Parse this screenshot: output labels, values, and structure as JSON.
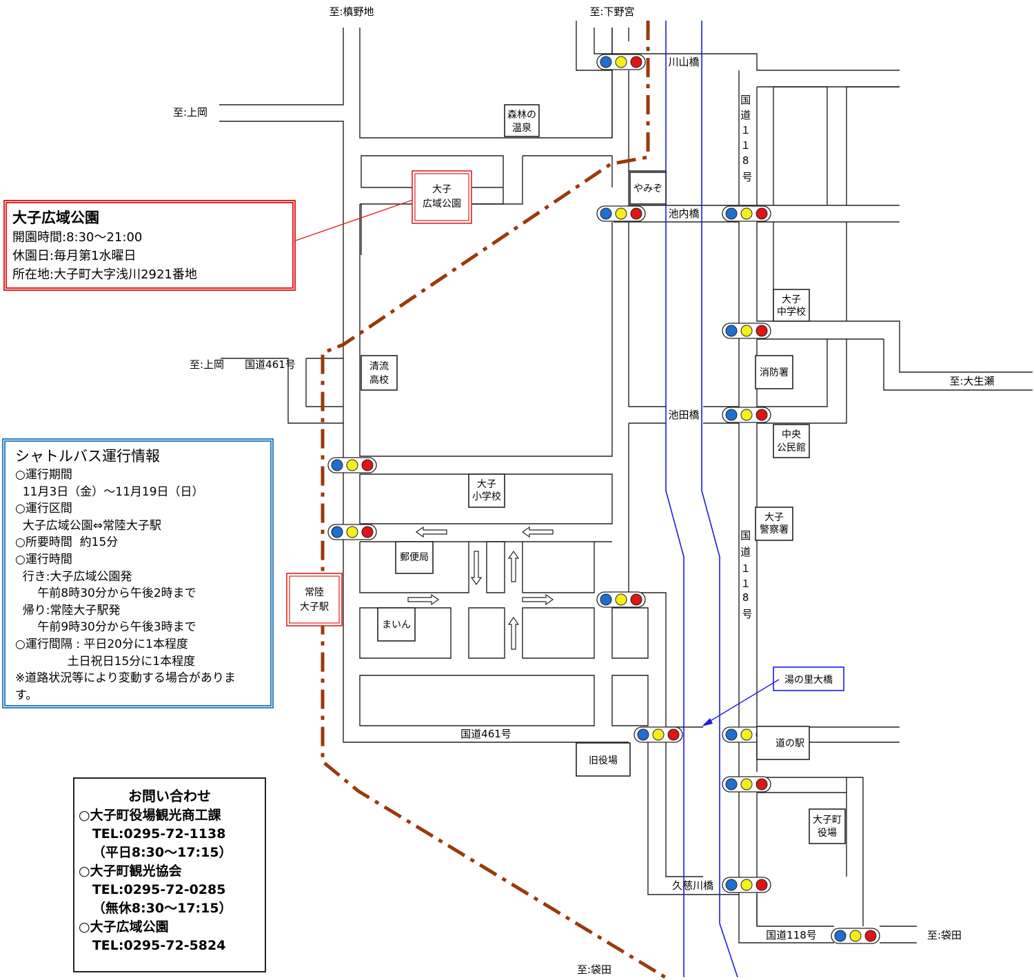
{
  "direction_labels": {
    "makino": "至:槙野地",
    "shimonomiya": "至:下野宮",
    "kamioka_north": "至:上岡",
    "kamioka_mid": "至:上岡",
    "oose": "至:大生瀬",
    "fukuroda_east": "至:袋田",
    "fukuroda_south": "至:袋田"
  },
  "bridges": {
    "kawayama": "川山橋",
    "ikeuchi": "池内橋",
    "ikeda": "池田橋",
    "kujigawa": "久慈川橋"
  },
  "roads": {
    "r118_upper": [
      "国",
      "道",
      "１",
      "１",
      "8",
      "号"
    ],
    "r118_lower": [
      "国",
      "道",
      "１",
      "１",
      "8",
      "号"
    ],
    "r461_west": "国道461号",
    "r461_bottom": "国道461号",
    "r118_bottom": "国道118号"
  },
  "landmarks": {
    "shinrin_onsen": [
      "森林の",
      "温泉"
    ],
    "yamizo": [
      "やみぞ"
    ],
    "daigo_park": [
      "大子",
      "広域公園"
    ],
    "daigo_jhs": [
      "大子",
      "中学校"
    ],
    "fire_station": [
      "消防署"
    ],
    "community_center": [
      "中央",
      "公民館"
    ],
    "seiryu_hs": [
      "清流",
      "高校"
    ],
    "daigo_es": [
      "大子",
      "小学校"
    ],
    "police": [
      "大子",
      "警察署"
    ],
    "post_office": [
      "郵便局"
    ],
    "main": [
      "まいん"
    ],
    "hitachi_daigo_station": [
      "常陸",
      "大子駅"
    ],
    "old_town_hall": [
      "旧役場"
    ],
    "michi_no_eki": [
      "道の駅"
    ],
    "town_hall": [
      "大子町",
      "役場"
    ],
    "yunosato_bridge": "湯の里大橋"
  },
  "park_info": {
    "title": "大子広域公園",
    "hours": "開園時間:8:30～21:00",
    "closed": "休園日:毎月第1水曜日",
    "address": "所在地:大子町大字浅川2921番地"
  },
  "shuttle_info": {
    "title": "シャトルバス運行情報",
    "lines": [
      "○運行期間",
      "  11月3日（金）～11月19日（日）",
      "○運行区間",
      "  大子広域公園⇔常陸大子駅",
      "○所要時間  約15分",
      "○運行時間",
      "  行き:大子広域公園発",
      "      午前8時30分から午後2時まで",
      "  帰り:常陸大子駅発",
      "      午前9時30分から午後3時まで",
      "○運行間隔 : 平日20分に1本程度",
      "              土日祝日15分に1本程度",
      "※道路状況等により変動する場合がありま",
      "す。"
    ]
  },
  "contact": {
    "title": "お問い合わせ",
    "lines": [
      "○大子町役場観光商工課",
      "   TEL:0295-72-1138",
      "   （平日8:30～17:15）",
      "○大子町観光協会",
      "   TEL:0295-72-0285",
      "   （無休8:30～17:15）",
      "○大子広域公園",
      "   TEL:0295-72-5824"
    ]
  },
  "colors": {
    "road": "#222222",
    "river": "#1a1ae6",
    "bus_route": "#9a3a0a",
    "highlight_red": "#e02020",
    "signal_blue": "#1e6fd0",
    "signal_yellow": "#f5ef1a",
    "signal_red": "#e01414",
    "panel_blue": "#2b7fc6"
  }
}
